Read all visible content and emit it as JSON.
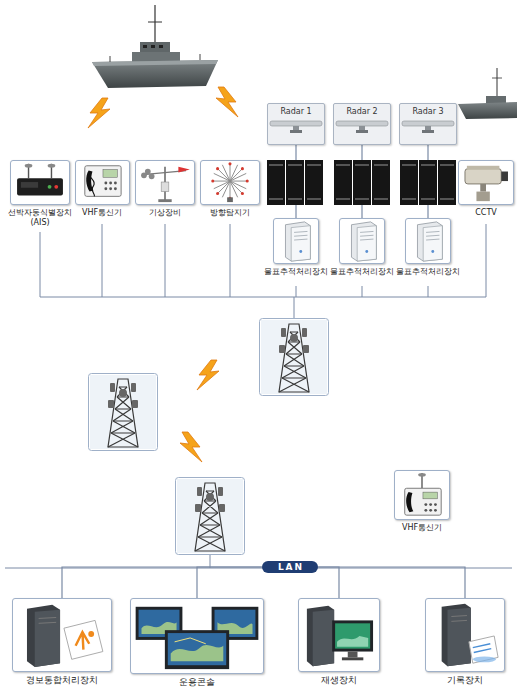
{
  "diagram": {
    "nodes": [
      {
        "text": [
          "Radar 1"
        ]
      },
      {
        "text": [
          "Radar 2"
        ]
      },
      {
        "text": [
          "Radar 3"
        ]
      },
      {
        "text": [
          "선박자동식별장치 (AIS)"
        ]
      },
      {
        "text": [
          "VHF통신기"
        ]
      },
      {
        "text": [
          "기상장비"
        ]
      },
      {
        "text": [
          "방향탐지기"
        ]
      },
      {
        "text": [
          "CCTV"
        ]
      },
      {
        "text": [
          "물표추적처리장치"
        ]
      },
      {
        "text": [
          "물표추적처리장치"
        ]
      },
      {
        "text": [
          "물표추적처리장치"
        ]
      },
      {
        "text": [
          "VHF통신기"
        ]
      },
      {
        "text": [
          "LAN"
        ]
      },
      {
        "text": [
          "경보통합처리장치"
        ]
      },
      {
        "text": [
          "운용콘솔"
        ]
      },
      {
        "text": [
          "재생장치"
        ]
      },
      {
        "text": [
          "기록장치"
        ]
      }
    ],
    "edges": [
      {
        "from": 0,
        "to": 8,
        "arrow": "none"
      },
      {
        "from": 1,
        "to": 9,
        "arrow": "none"
      },
      {
        "from": 2,
        "to": 10,
        "arrow": "none"
      },
      {
        "from": 12,
        "to": 13,
        "arrow": "none"
      },
      {
        "from": 12,
        "to": 14,
        "arrow": "none"
      },
      {
        "from": 12,
        "to": 15,
        "arrow": "none"
      },
      {
        "from": 12,
        "to": 16,
        "arrow": "none"
      }
    ]
  }
}
